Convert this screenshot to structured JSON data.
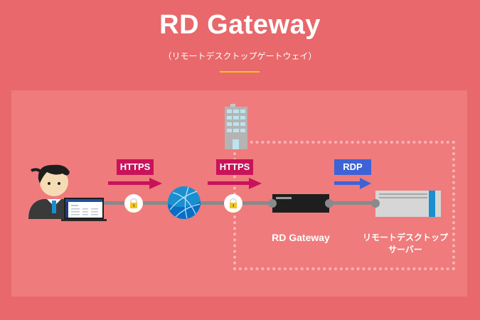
{
  "header": {
    "title": "RD Gateway",
    "subtitle": "（リモートデスクトップゲートウェイ）"
  },
  "colors": {
    "background": "#e8686b",
    "panel": "#ef7b7c",
    "accent_underline": "#f5c518",
    "https_label": "#c8135a",
    "rdp_label": "#3d63d6",
    "connector": "#8a8a8a",
    "lock": "#f5c518",
    "globe": "#1a8fd0",
    "server_stripe": "#1a8fd0"
  },
  "diagram": {
    "nodes": [
      {
        "id": "user",
        "label": "",
        "icon": "user-with-laptop-icon"
      },
      {
        "id": "internet",
        "label": "",
        "icon": "globe-icon"
      },
      {
        "id": "office",
        "label": "",
        "icon": "office-building-icon"
      },
      {
        "id": "gateway",
        "label": "RD Gateway",
        "icon": "gateway-device-icon"
      },
      {
        "id": "rdsh",
        "label_line1": "リモートデスクトップ",
        "label_line2": "サーバー",
        "icon": "server-icon"
      }
    ],
    "links": [
      {
        "from": "user",
        "to": "internet",
        "protocol": "HTTPS",
        "encrypted": true
      },
      {
        "from": "internet",
        "to": "gateway",
        "protocol": "HTTPS",
        "encrypted": true
      },
      {
        "from": "gateway",
        "to": "rdsh",
        "protocol": "RDP",
        "encrypted": false
      }
    ],
    "boundary": "corporate-network"
  }
}
